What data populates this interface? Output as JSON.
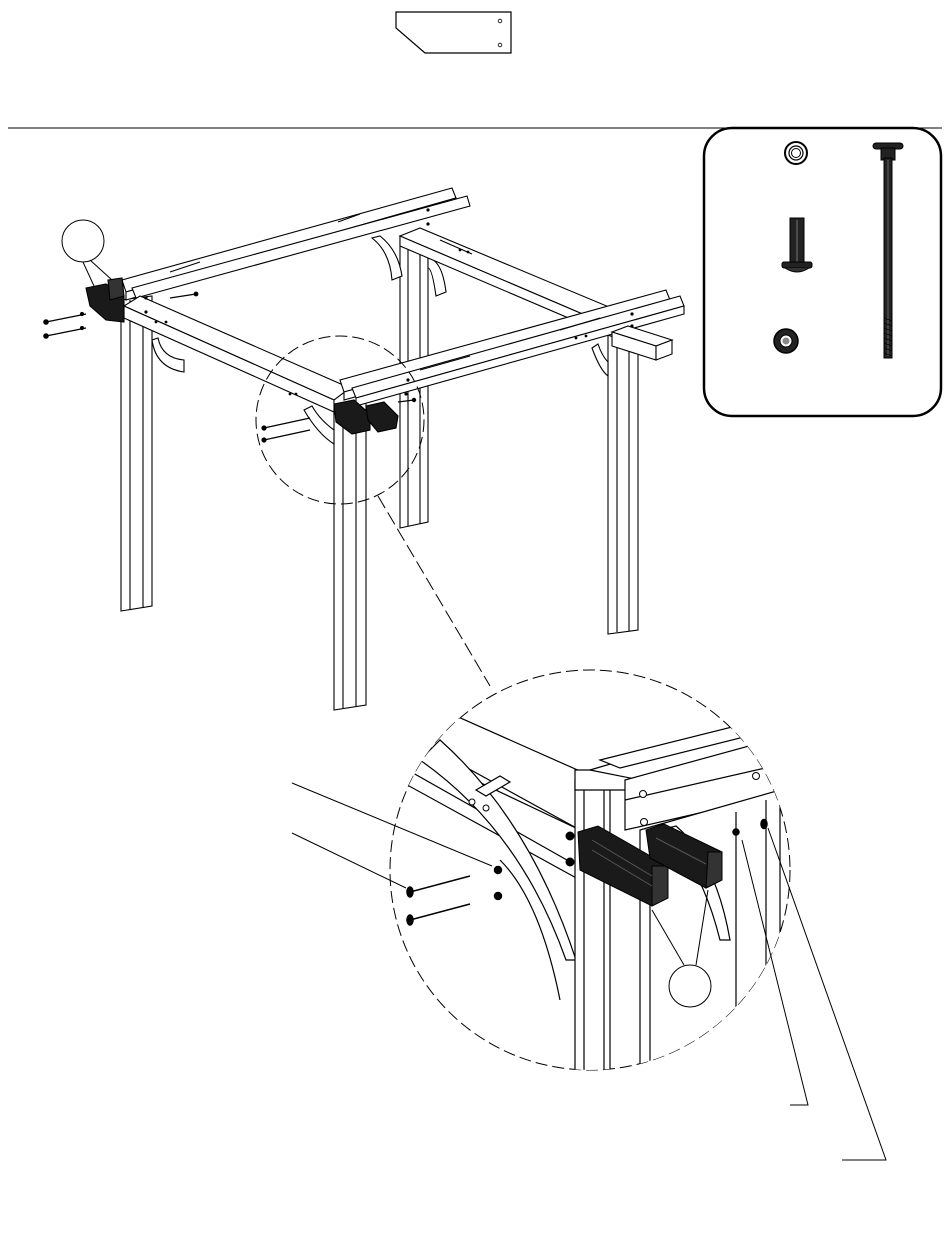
{
  "page": {
    "background": "#ffffff",
    "line_color": "#000000",
    "part_fill": "#1a1a1a"
  },
  "header": {
    "part_tag_icon": "angled-part-tag",
    "rule": "horizontal-divider"
  },
  "hardware_panel": {
    "icons": [
      "washer-icon",
      "barrel-nut-icon",
      "lock-nut-icon",
      "carriage-bolt-icon"
    ]
  },
  "main_view": {
    "subject": "pergola-frame",
    "callout_bubble_icon": "part-callout-bubble",
    "detail_circle": "dashed-detail-circle"
  },
  "detail_view": {
    "callout_bubble_icon": "part-callout-bubble",
    "leader_lines": 4
  }
}
